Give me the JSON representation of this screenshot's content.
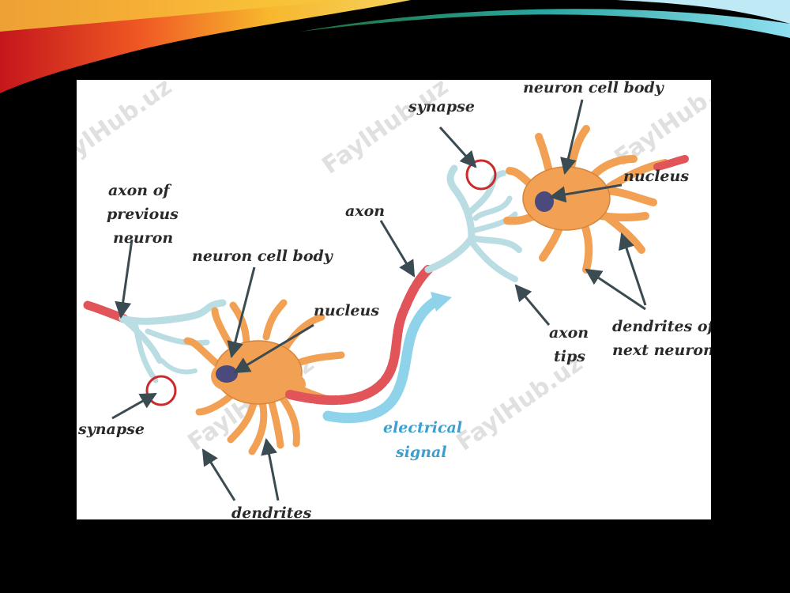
{
  "watermark": "FaylHub.uz",
  "labels": {
    "axon_of_previous_neuron": [
      "axon of",
      "previous",
      "neuron"
    ],
    "neuron_cell_body_left": "neuron cell body",
    "nucleus_left": "nucleus",
    "synapse_left": "synapse",
    "dendrites": "dendrites",
    "axon": "axon",
    "electrical_signal": [
      "electrical",
      "signal"
    ],
    "synapse_right": "synapse",
    "neuron_cell_body_right": "neuron cell body",
    "nucleus_right": "nucleus",
    "axon_tips": [
      "axon",
      "tips"
    ],
    "dendrites_of_next_neuron": [
      "dendrites of",
      "next neuron"
    ]
  },
  "colors": {
    "cell_body": "#f2a154",
    "cell_outline": "#d5843a",
    "nucleus": "#4b4a7c",
    "axon_tips": "#b9dde3",
    "myelin": "#e0545a",
    "signal_arrow": "#8fd3ea",
    "synapse_circle": "#cc2a2a",
    "arrow": "#3b4b52"
  }
}
